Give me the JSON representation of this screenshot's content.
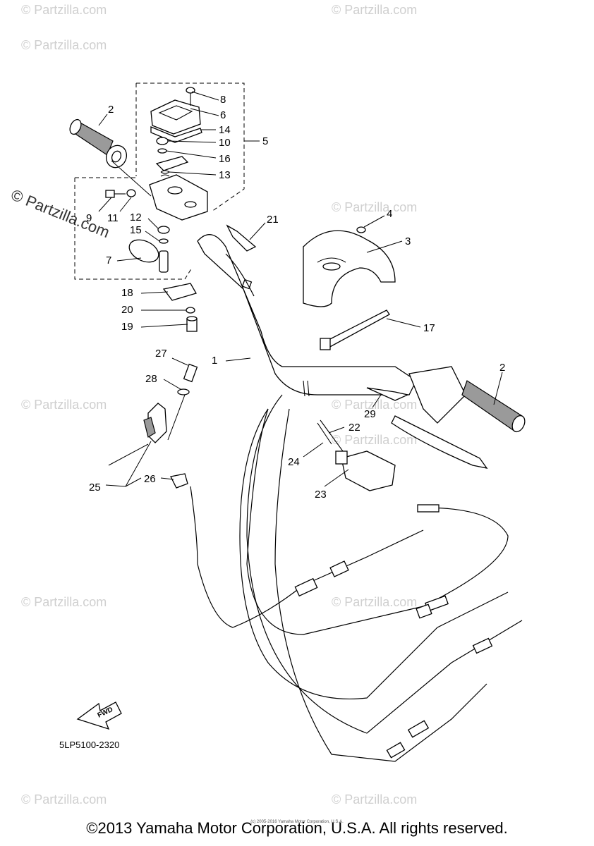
{
  "watermark": "© Partzilla.com",
  "small_copyright": "(c) 2005-2016 Yamaha Motor Corporation, U.S.A.",
  "footer": "©2013 Yamaha Motor Corporation, U.S.A. All rights reserved.",
  "part_code": "5LP5100-2320",
  "fwd_label": "FWD",
  "callouts": {
    "c1": "1",
    "c2a": "2",
    "c2b": "2",
    "c3": "3",
    "c4": "4",
    "c5": "5",
    "c6": "6",
    "c7": "7",
    "c8": "8",
    "c9": "9",
    "c10": "10",
    "c11": "11",
    "c12": "12",
    "c13": "13",
    "c14": "14",
    "c15": "15",
    "c16": "16",
    "c17": "17",
    "c18": "18",
    "c19": "19",
    "c20": "20",
    "c21": "21",
    "c22": "22",
    "c23": "23",
    "c24": "24",
    "c25": "25",
    "c26": "26",
    "c27": "27",
    "c28": "28",
    "c29": "29"
  }
}
